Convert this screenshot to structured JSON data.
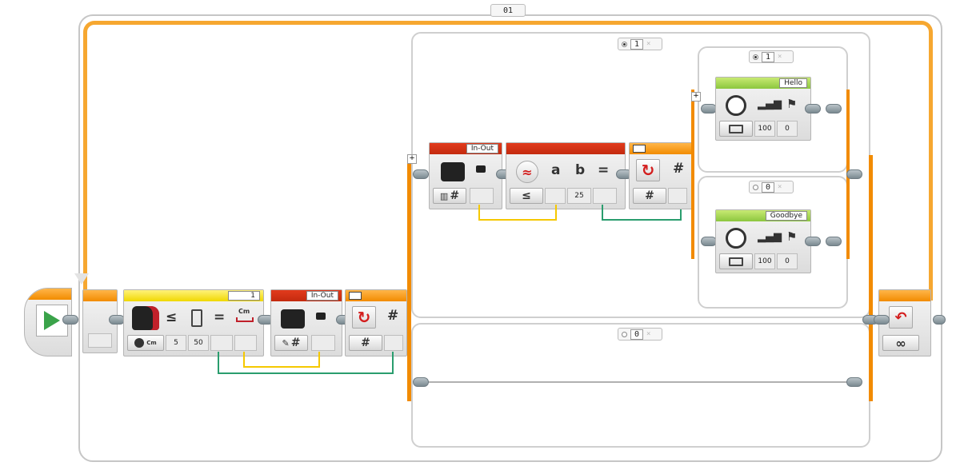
{
  "loop": {
    "name": "01",
    "end_symbol": "∞"
  },
  "start_block": {
    "icon": "play-icon"
  },
  "ultrasonic_block": {
    "header_value": "1",
    "compare_symbol": "≤",
    "equals_symbol": "=",
    "unit_label": "Cm",
    "mode_label": "Cm",
    "threshold": "5",
    "distance": "50"
  },
  "variable_block_main": {
    "title": "In-Out",
    "hash": "#"
  },
  "switch_main": {
    "hash": "#",
    "case_a": "1",
    "case_b": "0",
    "plus": "+"
  },
  "variable_block_inner": {
    "title": "In-Out",
    "hash": "#"
  },
  "compare_block": {
    "a_label": "a",
    "b_label": "b",
    "equals_symbol": "=",
    "op_symbol": "≤",
    "b_value": "25"
  },
  "switch_inner": {
    "hash": "#",
    "case_a": "1",
    "case_b": "0",
    "plus": "+"
  },
  "sound_hello": {
    "title": "Hello",
    "volume": "100",
    "play_type": "0"
  },
  "sound_goodbye": {
    "title": "Goodbye",
    "volume": "100",
    "play_type": "0"
  },
  "colors": {
    "loop_wire": "#f6a730",
    "switch_wire": "#f28b00",
    "yellow_wire": "#f5c800",
    "green_wire": "#2a9d6e",
    "start_green": "#3aa34a"
  }
}
